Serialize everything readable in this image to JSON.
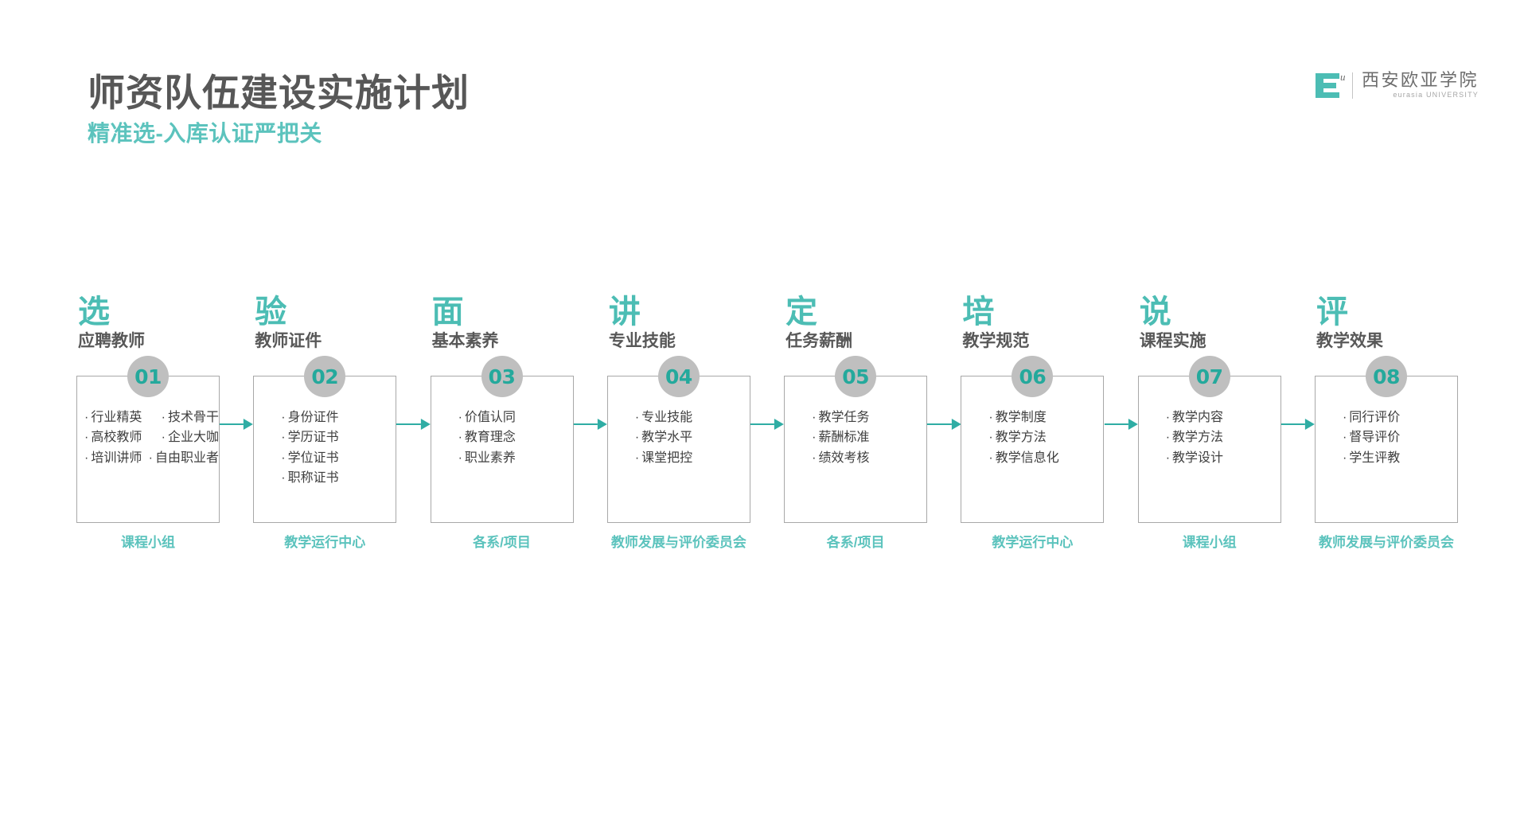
{
  "header": {
    "title": "师资队伍建设实施计划",
    "subtitle": "精准选-入库认证严把关"
  },
  "logo": {
    "mark_letter": "E",
    "mark_sup": "u",
    "name_cn": "西安欧亚学院",
    "name_en": "eurasia UNIVERSITY",
    "mark_color": "#4cbdb4"
  },
  "colors": {
    "teal": "#4cbdb4",
    "teal_light": "#5cc3bd",
    "teal_arrow": "#2fada4",
    "badge_bg": "#bfbfbf",
    "badge_text": "#24a99c",
    "title_gray": "#575757",
    "body_gray": "#3f3f3f",
    "border_gray": "#a8a8a8"
  },
  "steps": [
    {
      "char": "选",
      "name": "应聘教师",
      "number": "01",
      "layout": "two-column",
      "bullets": [
        {
          "left": "行业精英",
          "right": "技术骨干"
        },
        {
          "left": "高校教师",
          "right": "企业大咖"
        },
        {
          "left": "培训讲师",
          "right": "自由职业者"
        }
      ],
      "owner": "课程小组"
    },
    {
      "char": "验",
      "name": "教师证件",
      "number": "02",
      "layout": "single",
      "bullets": [
        {
          "left": "身份证件"
        },
        {
          "left": "学历证书"
        },
        {
          "left": "学位证书"
        },
        {
          "left": "职称证书"
        }
      ],
      "owner": "教学运行中心"
    },
    {
      "char": "面",
      "name": "基本素养",
      "number": "03",
      "layout": "single",
      "bullets": [
        {
          "left": "价值认同"
        },
        {
          "left": "教育理念"
        },
        {
          "left": "职业素养"
        }
      ],
      "owner": "各系/项目"
    },
    {
      "char": "讲",
      "name": "专业技能",
      "number": "04",
      "layout": "single",
      "bullets": [
        {
          "left": "专业技能"
        },
        {
          "left": "教学水平"
        },
        {
          "left": "课堂把控"
        }
      ],
      "owner": "教师发展与评价委员会"
    },
    {
      "char": "定",
      "name": "任务薪酬",
      "number": "05",
      "layout": "single",
      "bullets": [
        {
          "left": "教学任务"
        },
        {
          "left": "薪酬标准"
        },
        {
          "left": "绩效考核"
        }
      ],
      "owner": "各系/项目"
    },
    {
      "char": "培",
      "name": "教学规范",
      "number": "06",
      "layout": "single",
      "bullets": [
        {
          "left": "教学制度"
        },
        {
          "left": "教学方法"
        },
        {
          "left": "教学信息化"
        }
      ],
      "owner": "教学运行中心"
    },
    {
      "char": "说",
      "name": "课程实施",
      "number": "07",
      "layout": "single",
      "bullets": [
        {
          "left": "教学内容"
        },
        {
          "left": "教学方法"
        },
        {
          "left": "教学设计"
        }
      ],
      "owner": "课程小组"
    },
    {
      "char": "评",
      "name": "教学效果",
      "number": "08",
      "layout": "single",
      "bullets": [
        {
          "left": "同行评价"
        },
        {
          "left": "督导评价"
        },
        {
          "left": "学生评教"
        }
      ],
      "owner": "教师发展与评价委员会"
    }
  ],
  "bullet_glyph": "·"
}
